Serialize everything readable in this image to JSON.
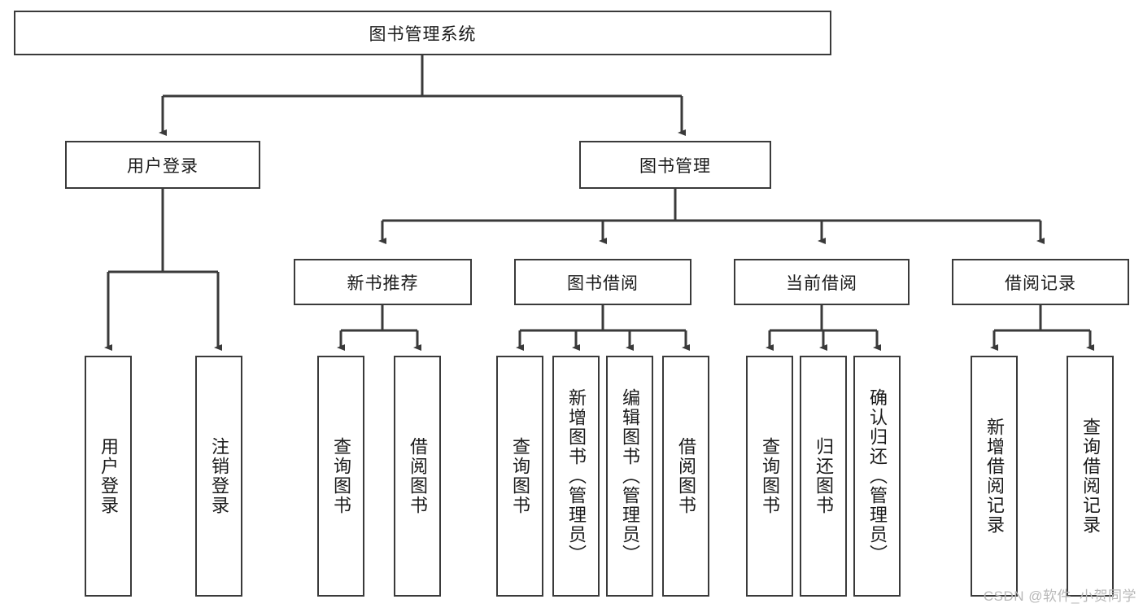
{
  "diagram": {
    "title": "图书管理系统",
    "type": "tree-hierarchy",
    "root": {
      "label": "图书管理系统"
    },
    "level2": [
      {
        "label": "用户登录"
      },
      {
        "label": "图书管理"
      }
    ],
    "level3": [
      {
        "label": "新书推荐",
        "parent": "图书管理"
      },
      {
        "label": "图书借阅",
        "parent": "图书管理"
      },
      {
        "label": "当前借阅",
        "parent": "图书管理"
      },
      {
        "label": "借阅记录",
        "parent": "图书管理"
      }
    ],
    "leaves_user_login": [
      {
        "label": "用户登录"
      },
      {
        "label": "注销登录"
      }
    ],
    "leaves_new_book": [
      {
        "label": "查询图书"
      },
      {
        "label": "借阅图书"
      }
    ],
    "leaves_borrow": [
      {
        "label": "查询图书"
      },
      {
        "label": "新增图书（管理员）"
      },
      {
        "label": "编辑图书（管理员）"
      },
      {
        "label": "借阅图书"
      }
    ],
    "leaves_current": [
      {
        "label": "查询图书"
      },
      {
        "label": "归还图书"
      },
      {
        "label": "确认归还（管理员）"
      }
    ],
    "leaves_records": [
      {
        "label": "新增借阅记录"
      },
      {
        "label": "查询借阅记录"
      }
    ]
  },
  "watermark": {
    "text": "CSDN @软件_小贺同学"
  },
  "colors": {
    "border": "#3a3a3a",
    "text": "#1a1a1a",
    "background": "#ffffff",
    "watermark": "#b8b8b8"
  }
}
